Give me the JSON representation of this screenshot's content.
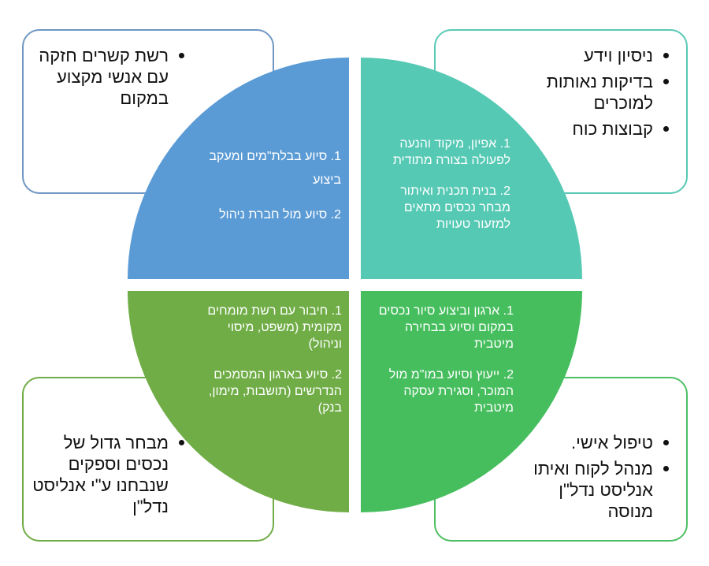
{
  "colors": {
    "top_left": "#5b9bd5",
    "top_right": "#56c9b4",
    "bottom_left": "#70ad47",
    "bottom_right": "#46be5e",
    "box_tl_border": "#6f97c2",
    "box_tr_border": "#57c9b5",
    "box_bl_border": "#6fac46",
    "box_br_border": "#4dbf63"
  },
  "quadrants": {
    "top_left": {
      "item1": "1. סיוע בבלת\"מים ומעקב ביצוע",
      "item2": "2. סיוע מול חברת ניהול"
    },
    "top_right": {
      "item1": "1. אפיון, מיקוד והנעה לפעולה בצורה מתודית",
      "item2": "2. בנית תכנית ואיתור מבחר נכסים מתאים למזעור טעויות"
    },
    "bottom_left": {
      "item1": "1. חיבור עם רשת מומחים מקומית (משפט, מיסוי וניהול)",
      "item2": "2. סיוע בארגון המסמכים הנדרשים (תושבות, מימון, בנק)"
    },
    "bottom_right": {
      "item1": "1. ארגון וביצוע סיור נכסים במקום וסיוע בבחירה מיטבית",
      "item2": "2. ייעוץ וסיוע במו\"מ מול המוכר, וסגירת עסקה מיטבית"
    }
  },
  "boxes": {
    "top_left": [
      "רשת קשרים חזקה עם אנשי מקצוע במקום"
    ],
    "top_right": [
      "ניסיון וידע",
      "בדיקות נאותות למוכרים",
      "קבוצות כוח"
    ],
    "bottom_left": [
      "מבחר גדול של נכסים וספקים שנבחנו ע\"י אנליסט נדל\"ן"
    ],
    "bottom_right": [
      "טיפול אישי.",
      "מנהל לקוח ואיתו אנליסט נדל\"ן מנוסה"
    ]
  }
}
